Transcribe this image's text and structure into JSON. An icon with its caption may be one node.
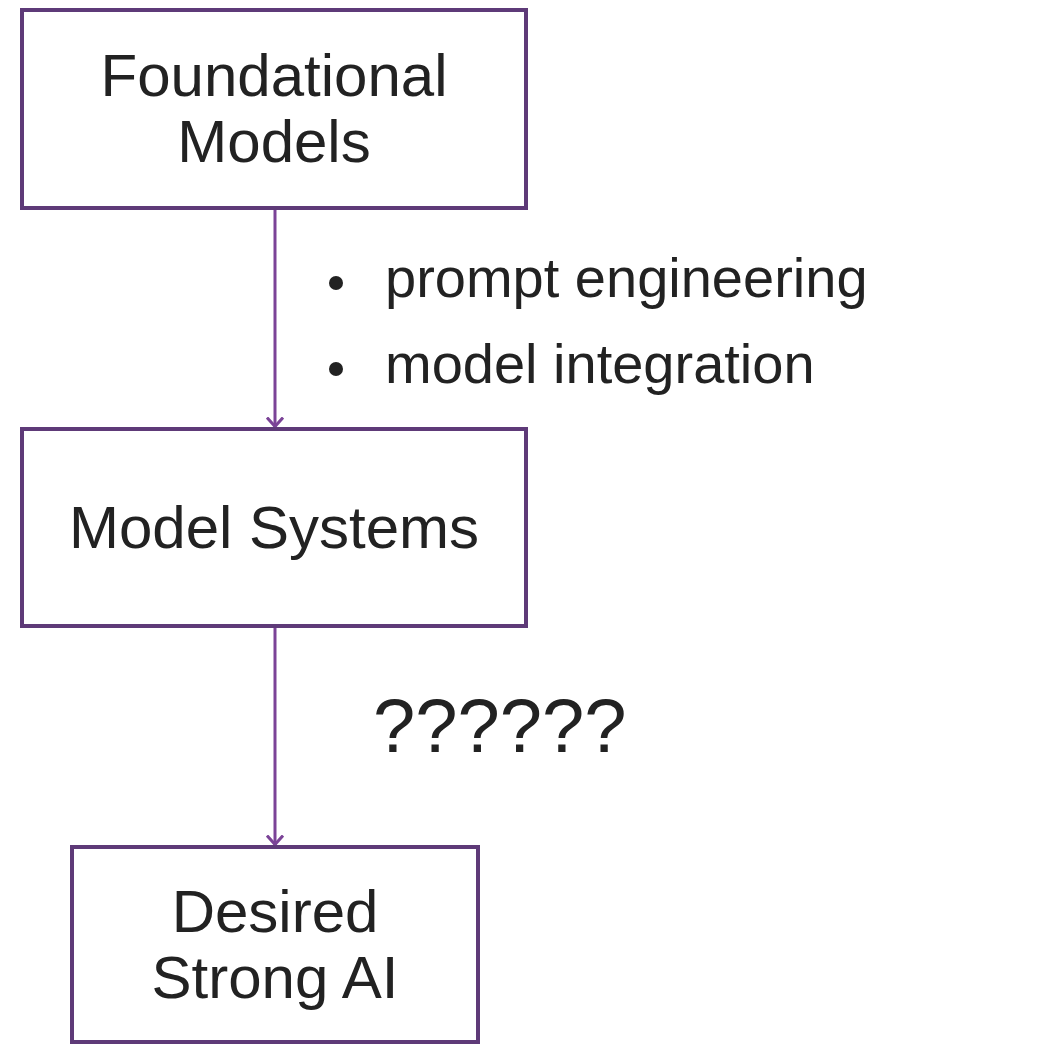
{
  "diagram": {
    "nodes": [
      {
        "text": [
          "Foundational Models"
        ]
      },
      {
        "text": [
          "Model Systems"
        ]
      },
      {
        "text": [
          "Desired Strong AI"
        ]
      }
    ],
    "edges": [
      {
        "from": 0,
        "to": 1,
        "arrow": "to"
      },
      {
        "from": 1,
        "to": 2,
        "arrow": "to"
      }
    ],
    "labels": [
      "prompt engineering",
      "model integration",
      "??????"
    ]
  }
}
